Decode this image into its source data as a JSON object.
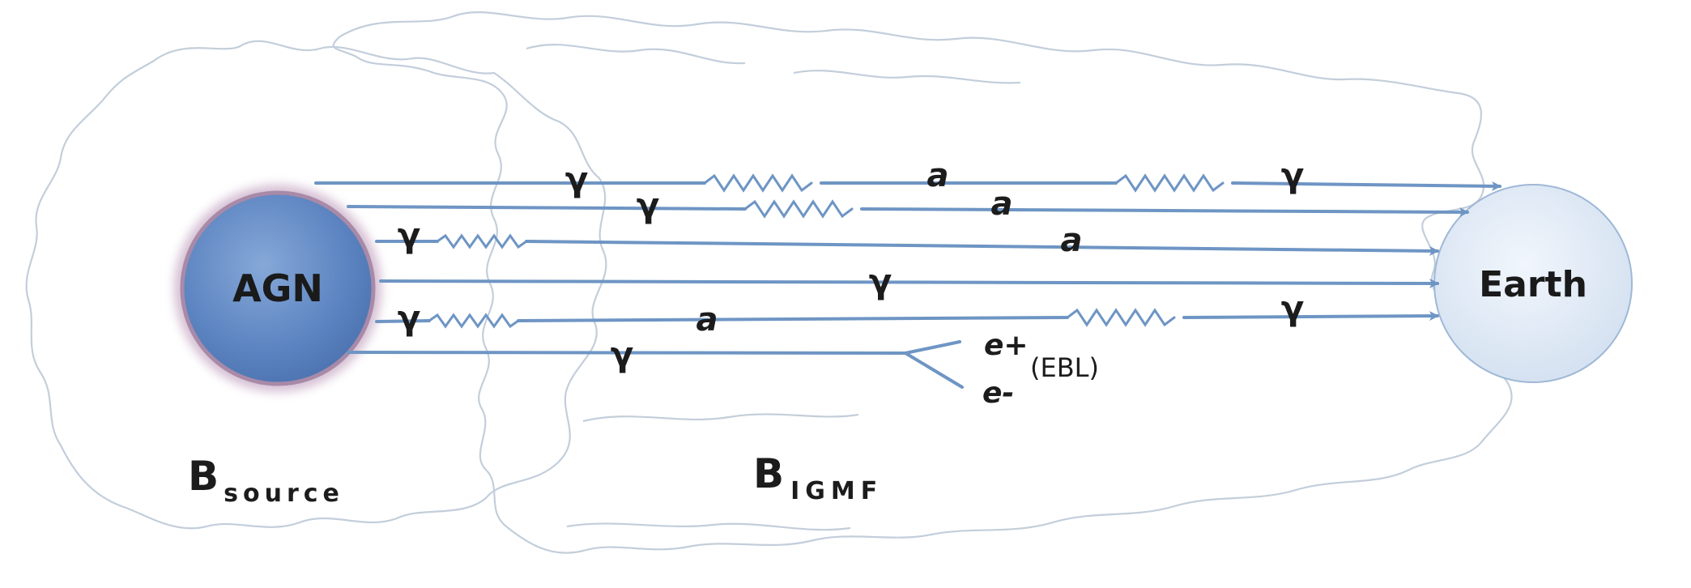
{
  "nodes": {
    "source": {
      "label": "AGN",
      "color": "#5f86c2"
    },
    "observer": {
      "label": "Earth",
      "color": "#dbe6f4"
    }
  },
  "field_regions": {
    "source": {
      "label": "B",
      "subscript": "source"
    },
    "intergalactic": {
      "label": "B",
      "subscript": "IGMF"
    }
  },
  "particles": {
    "photon": "γ",
    "axion": "a",
    "positron": "e+",
    "electron": "e-",
    "ebl": "(EBL)"
  },
  "colors": {
    "beam": "#6e95c4",
    "cloud": "#c3cedb",
    "source_glow": "#b38bb0"
  }
}
